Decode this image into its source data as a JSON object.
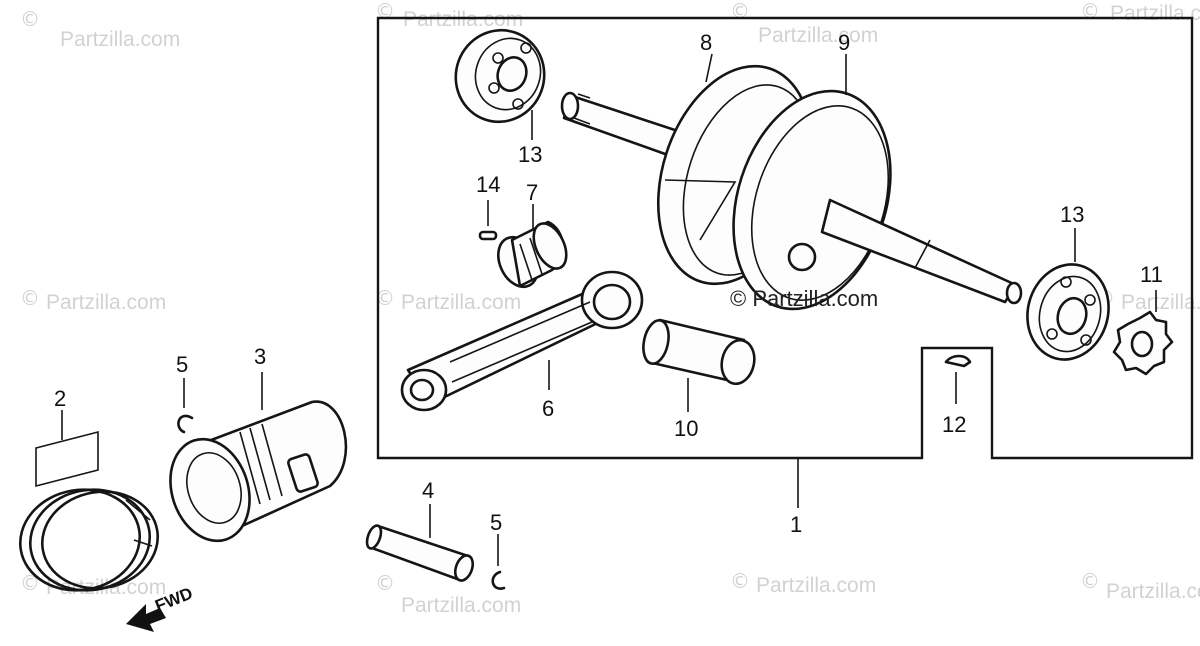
{
  "watermark": {
    "brand": "Partzilla.com",
    "symbol": "©"
  },
  "callouts": {
    "c1": "1",
    "c2": "2",
    "c3": "3",
    "c4": "4",
    "c5a": "5",
    "c5b": "5",
    "c6": "6",
    "c7": "7",
    "c8": "8",
    "c9": "9",
    "c10": "10",
    "c11": "11",
    "c12": "12",
    "c13a": "13",
    "c13b": "13",
    "c14": "14"
  },
  "direction_label": "FWD",
  "center_watermark": "© Partzilla.com"
}
